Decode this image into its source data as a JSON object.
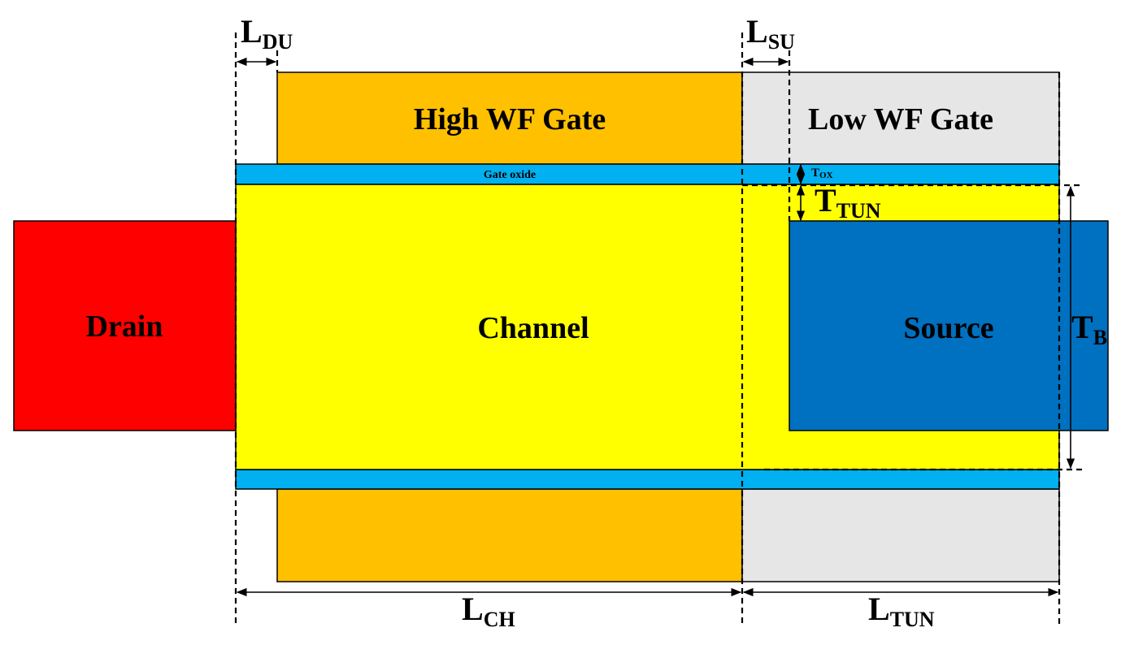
{
  "regions": {
    "drain": {
      "label": "Drain",
      "color": "#ff0000"
    },
    "channel": {
      "label": "Channel",
      "color": "#ffff00"
    },
    "source": {
      "label": "Source",
      "color": "#0070c0"
    },
    "high_wf_gate": {
      "label": "High WF Gate",
      "color": "#ffc000"
    },
    "low_wf_gate": {
      "label": "Low WF Gate",
      "color": "#e7e6e6"
    },
    "gate_oxide": {
      "label": "Gate oxide",
      "color": "#00b0f0"
    }
  },
  "dimensions": {
    "l_du": {
      "main": "L",
      "sub": "DU"
    },
    "l_su": {
      "main": "L",
      "sub": "SU"
    },
    "t_ox": {
      "main": "T",
      "sub": "OX"
    },
    "t_tun": {
      "main": "T",
      "sub": "TUN"
    },
    "t_b": {
      "main": "T",
      "sub": "B"
    },
    "l_ch": {
      "main": "L",
      "sub": "CH"
    },
    "l_tun": {
      "main": "L",
      "sub": "TUN"
    }
  }
}
